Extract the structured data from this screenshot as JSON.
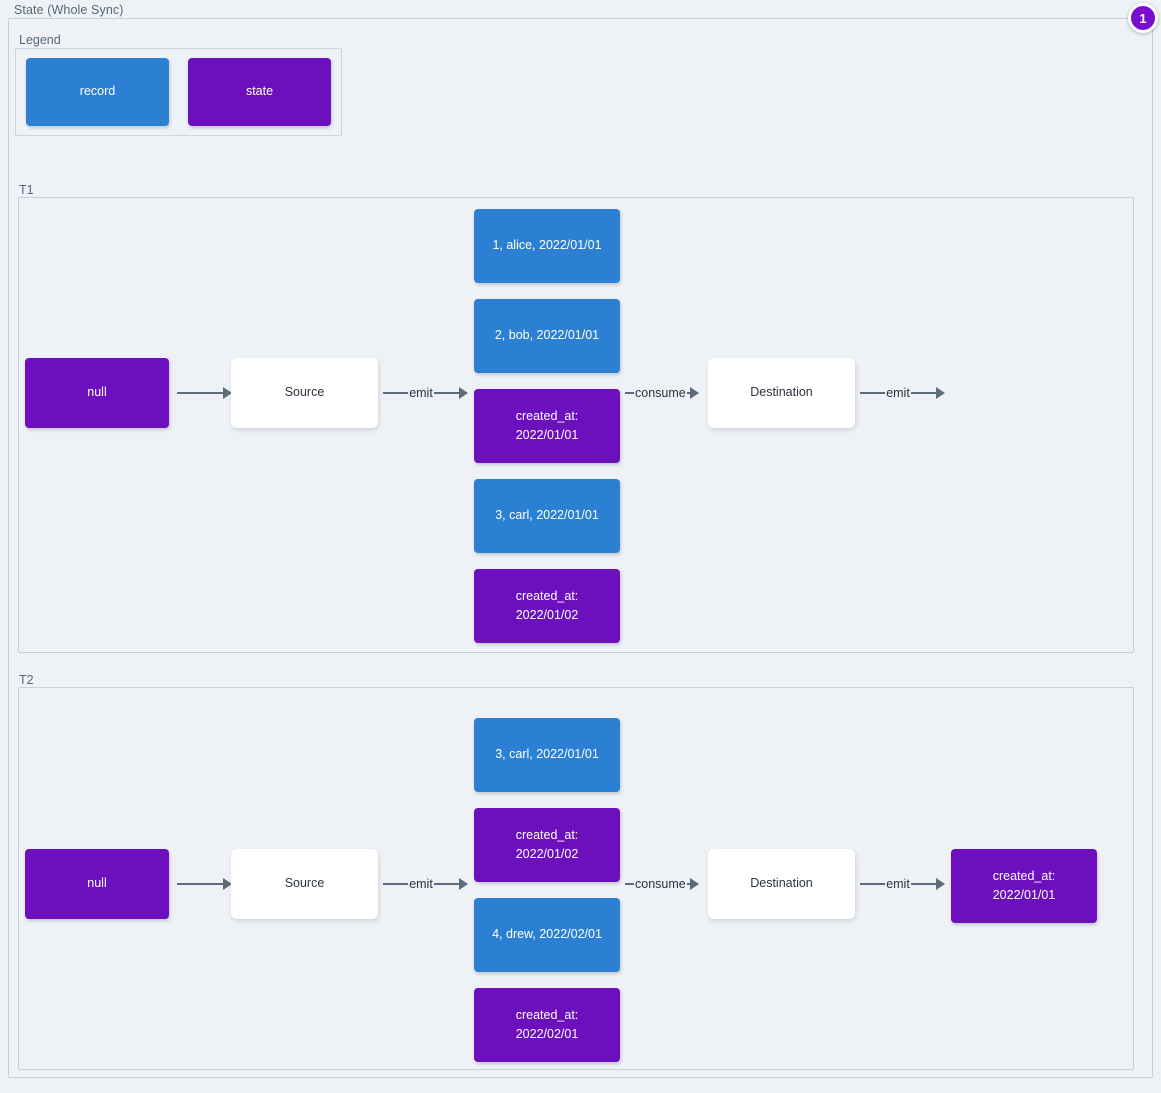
{
  "diagram": {
    "title": "State (Whole Sync)",
    "badge": "1",
    "colors": {
      "record": "#2b80d3",
      "state": "#6c10bd",
      "plain": "#ffffff",
      "arrow": "#5d6b7a",
      "panel_border": "#c3d0dd",
      "background": "#eef1f5",
      "badge": "#7a0ed0"
    }
  },
  "legend": {
    "title": "Legend",
    "items": [
      {
        "label": "record",
        "kind": "record"
      },
      {
        "label": "state",
        "kind": "state"
      }
    ]
  },
  "groups": [
    {
      "title": "T1",
      "nodes": {
        "initial_state": "null",
        "source": "Source",
        "destination": "Destination",
        "stream": [
          {
            "label": "1, alice, 2022/01/01",
            "kind": "record"
          },
          {
            "label": "2, bob, 2022/01/01",
            "kind": "record"
          },
          {
            "label": "created_at:\n2022/01/01",
            "kind": "state"
          },
          {
            "label": "3, carl, 2022/01/01",
            "kind": "record"
          },
          {
            "label": "created_at:\n2022/01/02",
            "kind": "state"
          }
        ],
        "final_state": null
      },
      "arrows": {
        "state_to_source": "",
        "source_emit": "emit",
        "consume": "consume",
        "destination_emit": "emit"
      }
    },
    {
      "title": "T2",
      "nodes": {
        "initial_state": "null",
        "source": "Source",
        "destination": "Destination",
        "stream": [
          {
            "label": "3, carl, 2022/01/01",
            "kind": "record"
          },
          {
            "label": "created_at:\n2022/01/02",
            "kind": "state"
          },
          {
            "label": "4, drew, 2022/02/01",
            "kind": "record"
          },
          {
            "label": "created_at:\n2022/02/01",
            "kind": "state"
          }
        ],
        "final_state": "created_at:\n2022/01/01"
      },
      "arrows": {
        "state_to_source": "",
        "source_emit": "emit",
        "consume": "consume",
        "destination_emit": "emit"
      }
    }
  ]
}
